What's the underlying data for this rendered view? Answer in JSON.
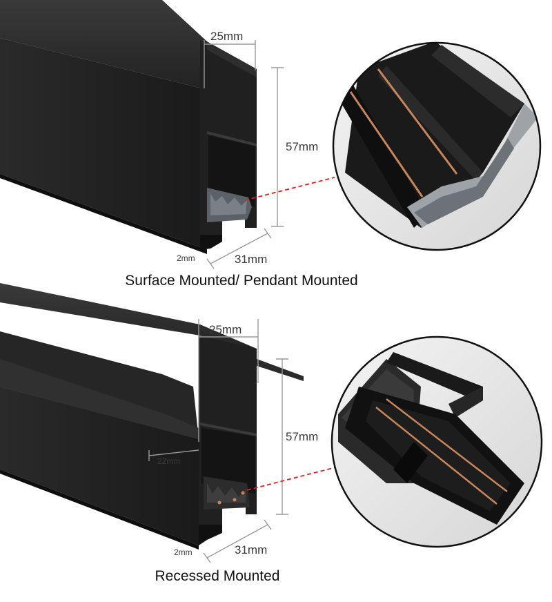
{
  "sections": [
    {
      "id": "surface",
      "caption": "Surface Mounted/ Pendant Mounted",
      "dims": {
        "top_width": "25mm",
        "height": "57mm",
        "base_width": "31mm",
        "wall": "2mm"
      }
    },
    {
      "id": "recessed",
      "caption": "Recessed Mounted",
      "dims": {
        "top_width": "25mm",
        "height": "57mm",
        "base_width": "31mm",
        "wall": "2mm",
        "flange": "22mm"
      }
    }
  ],
  "colors": {
    "profile": "#1c1c1c",
    "leader": "#e02020",
    "dimline": "#9a9a9a",
    "copper": "#c8865a"
  }
}
